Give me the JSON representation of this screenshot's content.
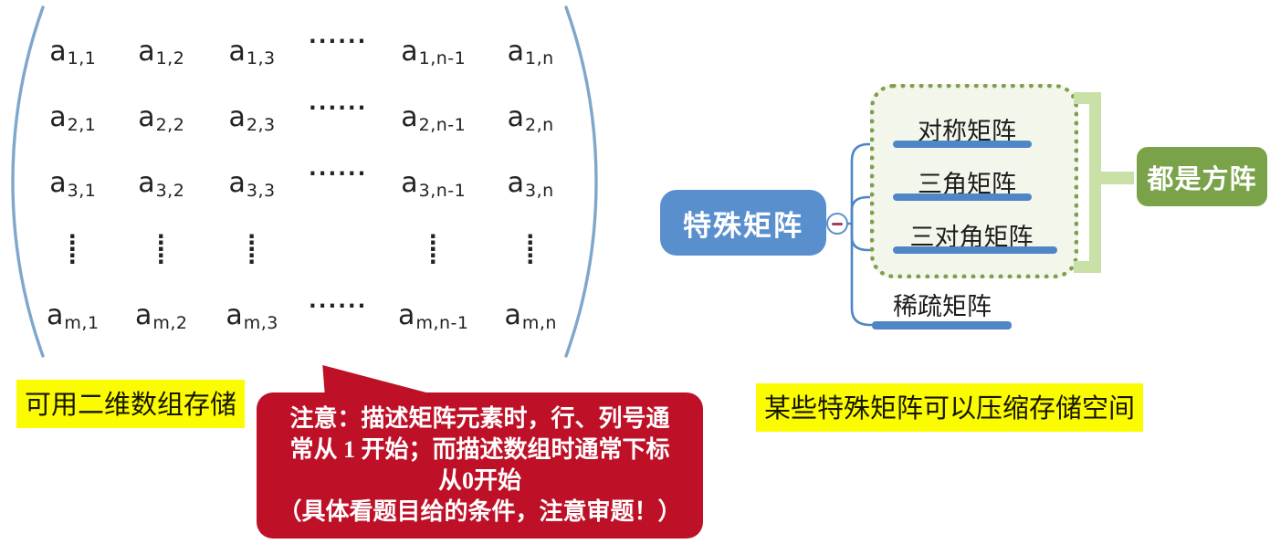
{
  "matrix": {
    "rows": [
      {
        "cells": [
          {
            "b": "a",
            "s": "1,1"
          },
          {
            "b": "a",
            "s": "1,2"
          },
          {
            "b": "a",
            "s": "1,3"
          },
          {
            "b": "······"
          },
          {
            "b": "a",
            "s": "1,n-1"
          },
          {
            "b": "a",
            "s": "1,n"
          }
        ]
      },
      {
        "cells": [
          {
            "b": "a",
            "s": "2,1"
          },
          {
            "b": "a",
            "s": "2,2"
          },
          {
            "b": "a",
            "s": "2,3"
          },
          {
            "b": "······"
          },
          {
            "b": "a",
            "s": "2,n-1"
          },
          {
            "b": "a",
            "s": "2,n"
          }
        ]
      },
      {
        "cells": [
          {
            "b": "a",
            "s": "3,1"
          },
          {
            "b": "a",
            "s": "3,2"
          },
          {
            "b": "a",
            "s": "3,3"
          },
          {
            "b": "······"
          },
          {
            "b": "a",
            "s": "3,n-1"
          },
          {
            "b": "a",
            "s": "3,n"
          }
        ]
      },
      {
        "cells": [
          {
            "v": "⋮\n⋮"
          },
          {
            "v": "⋮\n⋮"
          },
          {
            "v": "⋮\n⋮"
          },
          {
            "b": ""
          },
          {
            "v": "⋮\n⋮"
          },
          {
            "v": "⋮\n⋮"
          }
        ]
      },
      {
        "cells": [
          {
            "b": "a",
            "s": "m,1"
          },
          {
            "b": "a",
            "s": "m,2"
          },
          {
            "b": "a",
            "s": "m,3"
          },
          {
            "b": "······"
          },
          {
            "b": "a",
            "s": "m,n-1"
          },
          {
            "b": "a",
            "s": "m,n"
          }
        ]
      }
    ]
  },
  "notes": {
    "left": "可用二维数组存储",
    "right": "某些特殊矩阵可以压缩存储空间"
  },
  "callout": {
    "line1": "注意：描述矩阵元素时，行、列号通",
    "line2": "常从 1 开始；而描述数组时通常下标",
    "line3": "从0开始",
    "line4": "（具体看题目给的条件，注意审题！）"
  },
  "mindmap": {
    "root_label": "特殊矩阵",
    "collapse_icon": "minus-circle",
    "group_items": [
      {
        "label": "对称矩阵"
      },
      {
        "label": "三角矩阵"
      },
      {
        "label": "三对角矩阵"
      }
    ],
    "outside_item": {
      "label": "稀疏矩阵"
    },
    "side_note": "都是方阵"
  },
  "colors": {
    "matrix_bracket": "#7fa7cb",
    "node_blue": "#5a8fce",
    "line_blue": "#4e86c6",
    "bar_blue": "#4e86c6",
    "bubble_red": "#be1128",
    "green_box": "#7aa349",
    "dotted_border": "#7f9f4e",
    "group_fill": "#f3f7eb",
    "bracket_green": "#c9e0a6",
    "highlight": "#fcfc00"
  }
}
